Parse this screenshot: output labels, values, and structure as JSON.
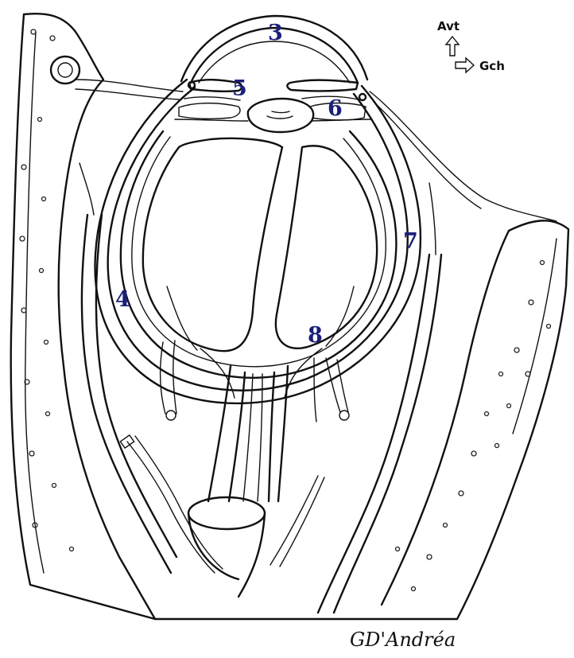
{
  "labels": {
    "l3": "3",
    "l4": "4",
    "l5": "5",
    "l6": "6",
    "l7": "7",
    "l8": "8"
  },
  "orientation": {
    "up_label": "Avt",
    "right_label": "Gch"
  },
  "signature": "GD'Andréa",
  "colors": {
    "label": "#1b1f7a",
    "ink": "#111111"
  }
}
